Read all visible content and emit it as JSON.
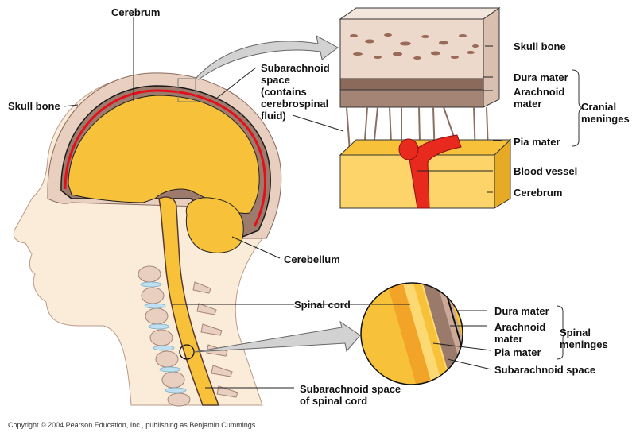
{
  "diagram": {
    "title": "Meninges of the brain and spinal cord",
    "colors": {
      "brain": "#f7c23a",
      "brain_light": "#fcd972",
      "skull": "#e8cfc0",
      "skin": "#fbebd9",
      "dura": "#8b6a5c",
      "csf_red": "#e3101b",
      "vessel": "#e82a1e",
      "arrow": "#d2d2d2",
      "disc": "#bfe0f0"
    },
    "head_labels": {
      "cerebrum": "Cerebrum",
      "skull_bone": "Skull bone",
      "subarachnoid_space": "Subarachnoid\nspace\n(contains\ncerebrospinal\nfluid)",
      "cerebellum": "Cerebellum",
      "spinal_cord": "Spinal cord",
      "subarachnoid_space_spinal": "Subarachnoid space\nof spinal cord"
    },
    "cranial_inset": {
      "skull_bone": "Skull bone",
      "dura_mater": "Dura mater",
      "arachnoid_mater": "Arachnoid\nmater",
      "pia_mater": "Pia mater",
      "blood_vessel": "Blood vessel",
      "cerebrum": "Cerebrum",
      "group_label": "Cranial\nmeninges"
    },
    "spinal_inset": {
      "dura_mater": "Dura mater",
      "arachnoid_mater": "Arachnoid\nmater",
      "pia_mater": "Pia mater",
      "subarachnoid_space": "Subarachnoid space",
      "group_label": "Spinal\nmeninges"
    },
    "copyright": "Copyright © 2004 Pearson Education, Inc., publishing as Benjamin Cummings."
  }
}
